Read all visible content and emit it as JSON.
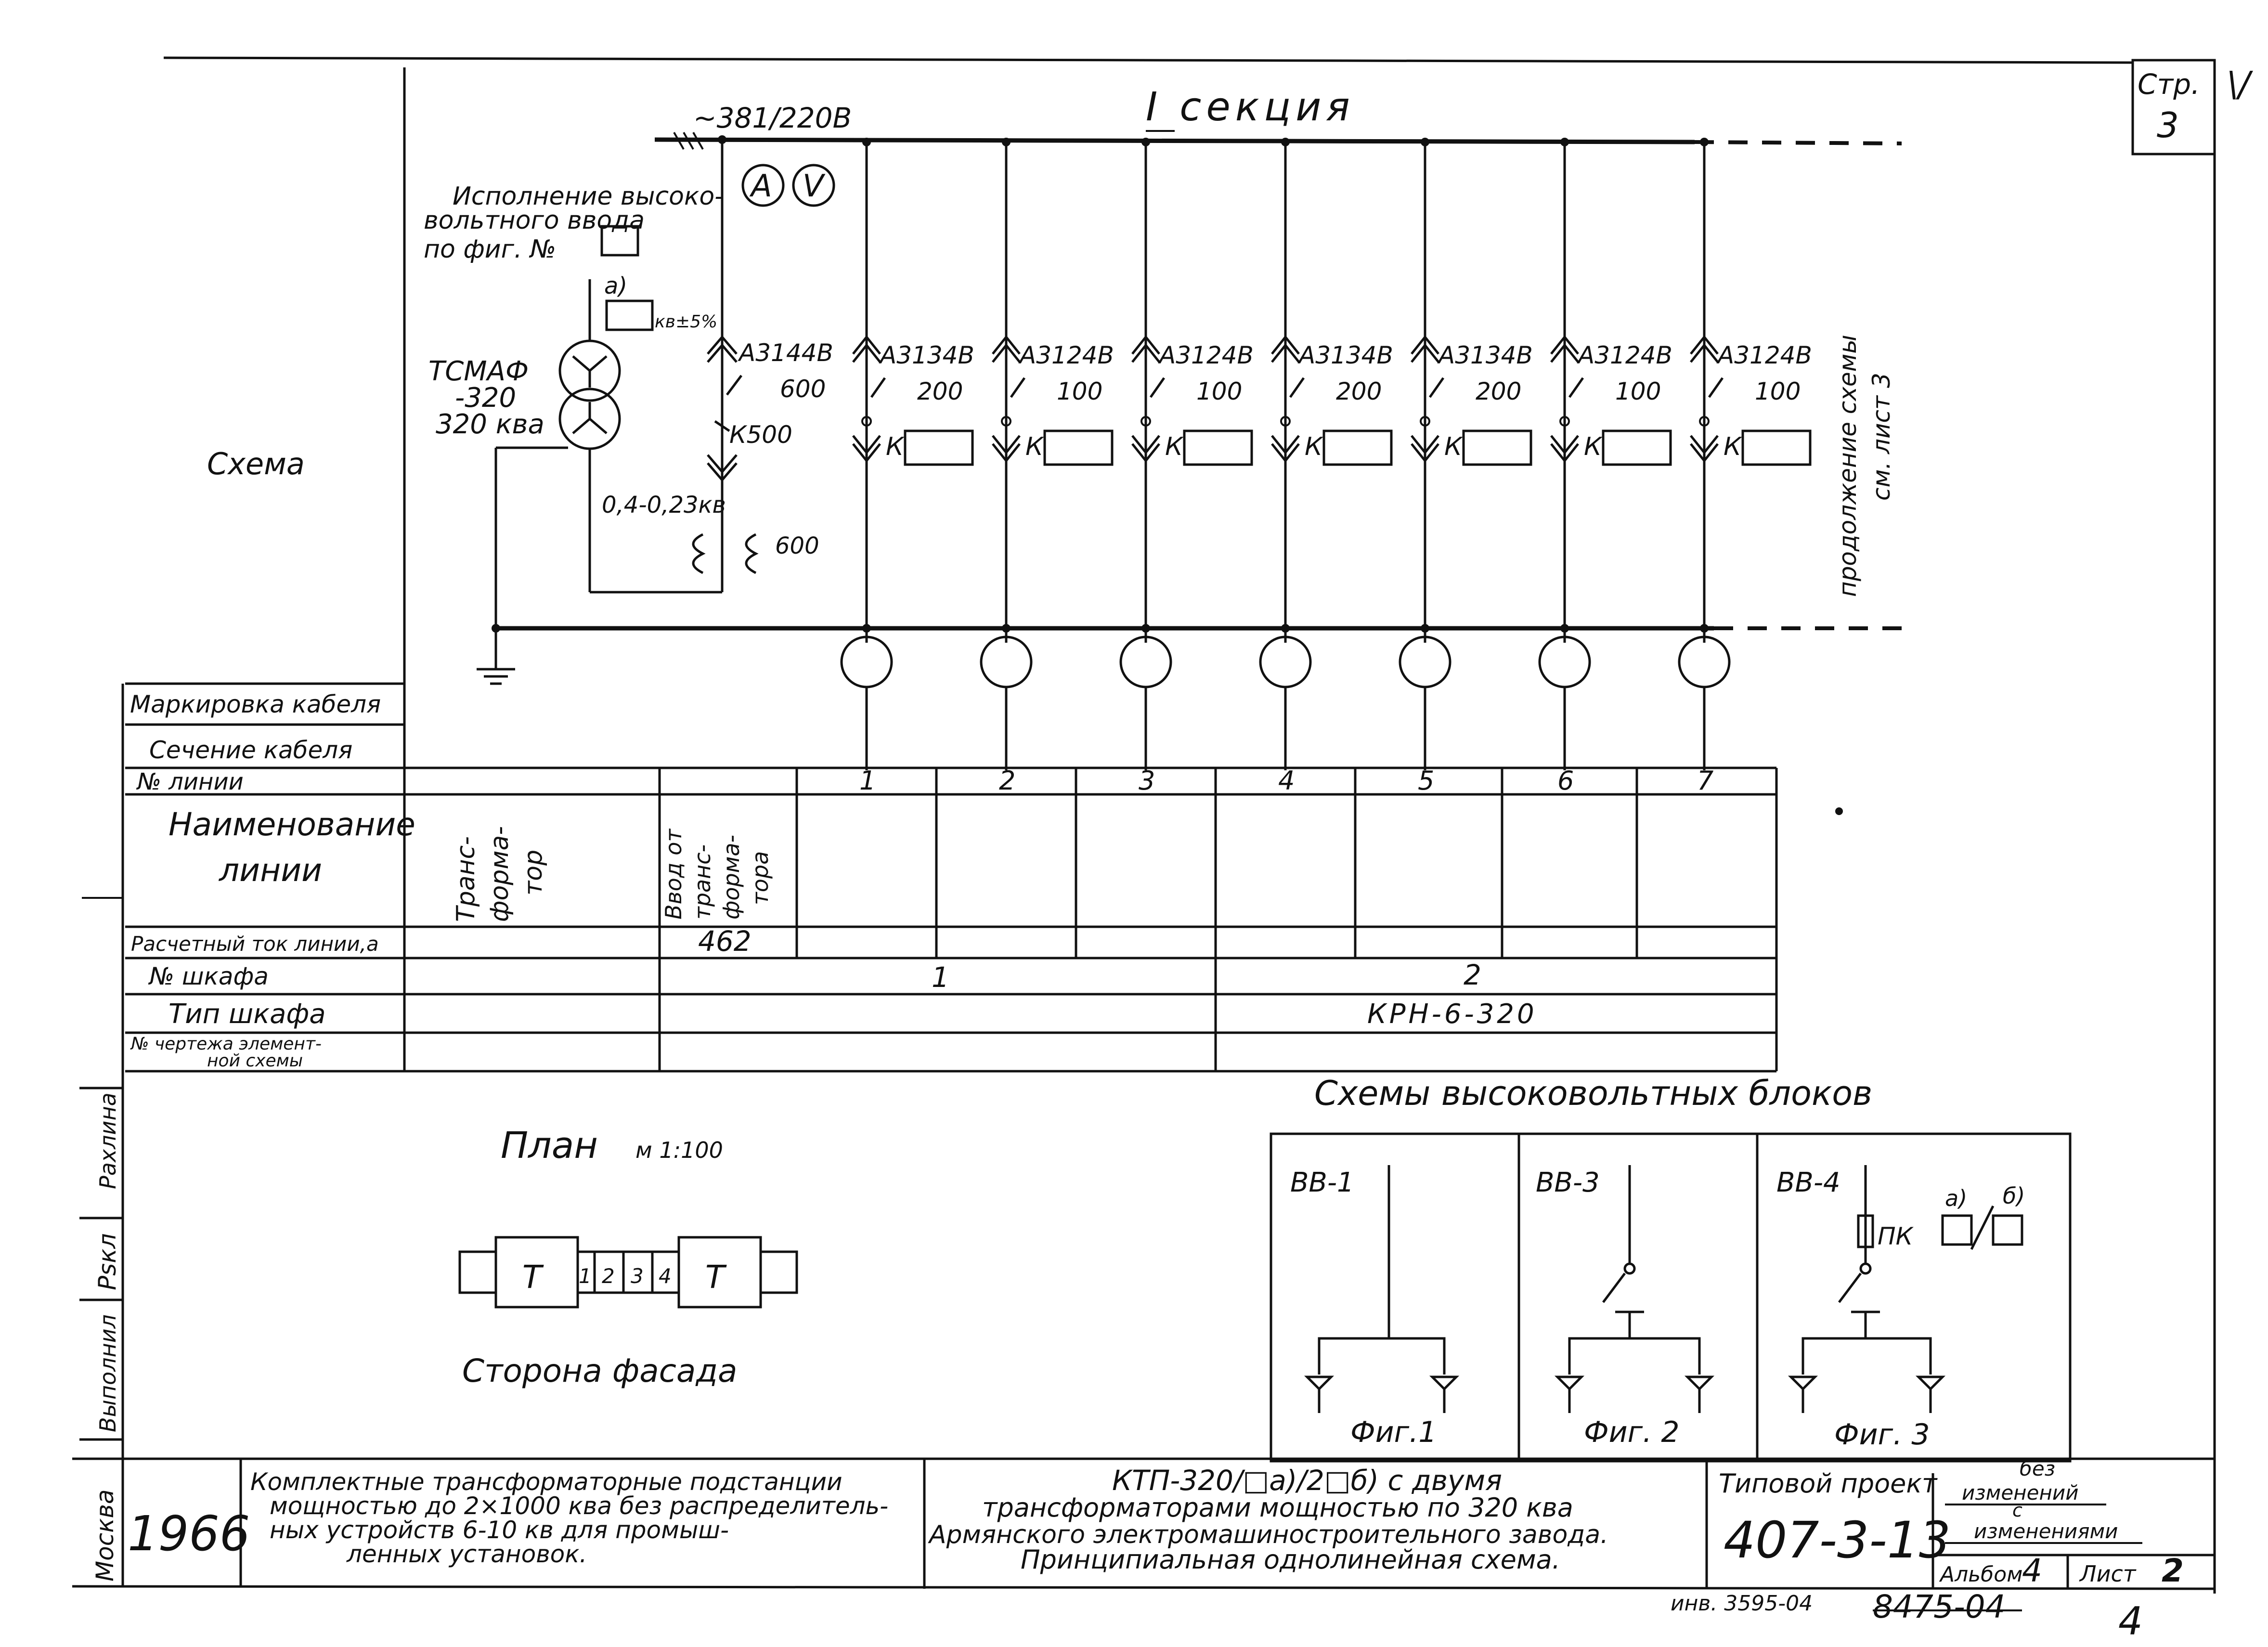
{
  "page": {
    "number_label": "Стр.",
    "number": "3",
    "check_mark": "\\/"
  },
  "header": {
    "voltage": "~381/220В",
    "section": "I секция"
  },
  "hv_input_note": [
    "Исполнение высоко-",
    "вольтного ввода",
    "по фиг. №"
  ],
  "meters": [
    "A",
    "V"
  ],
  "transformer": {
    "name": "ТСМАФ",
    "rating": "-320",
    "power": "320 ква",
    "tap_label": "а)",
    "tap": "кв±5%",
    "lv": "0,4-0,23кв"
  },
  "input_breaker": {
    "type": "А3144В",
    "current": "600",
    "contactor": "К500",
    "ct": "600"
  },
  "feeders": [
    {
      "no": "1",
      "breaker": "А3134В",
      "current": "200",
      "k": "К"
    },
    {
      "no": "2",
      "breaker": "А3124В",
      "current": "100",
      "k": "К"
    },
    {
      "no": "3",
      "breaker": "А3124В",
      "current": "100",
      "k": "К"
    },
    {
      "no": "4",
      "breaker": "А3134В",
      "current": "200",
      "k": "К"
    },
    {
      "no": "5",
      "breaker": "А3134В",
      "current": "200",
      "k": "К"
    },
    {
      "no": "6",
      "breaker": "А3124В",
      "current": "100",
      "k": "К"
    },
    {
      "no": "7",
      "breaker": "А3124В",
      "current": "100",
      "k": "К"
    }
  ],
  "continuation": [
    "продолжение схемы",
    "см. лист 3"
  ],
  "schema_label": "Схема",
  "table": {
    "rows": [
      "Маркировка кабеля",
      "Сечение кабеля",
      "№ линии",
      "Наименование",
      "линии",
      "Расчетный ток линии,а",
      "№ шкафа",
      "Тип шкафа",
      "№ чертежа элемент-",
      "ной схемы"
    ],
    "transformer_col": [
      "Транс-",
      "форма-",
      "тор"
    ],
    "input_col": [
      "Ввод от",
      "транс-",
      "форма-",
      "тора"
    ],
    "input_current": "462",
    "cabinet_1": "1",
    "cabinet_2": "2",
    "cabinet_type": "КРН-6-320"
  },
  "plan": {
    "title": "План",
    "scale": "м 1:100",
    "cells": [
      "Т",
      "1",
      "2",
      "3",
      "4",
      "Т"
    ],
    "facade": "Сторона фасада"
  },
  "hv_blocks": {
    "title": "Схемы высоковольтных блоков",
    "blocks": [
      {
        "name": "ВВ-1",
        "fig": "Фиг.1"
      },
      {
        "name": "ВВ-3",
        "fig": "Фиг. 2"
      },
      {
        "name": "ВВ-4",
        "fig": "Фиг. 3",
        "fuse": "ПК",
        "a": "а)",
        "b": "б)"
      }
    ]
  },
  "side_stamps": [
    "Выполнил",
    "Рѕкл",
    "Рахлина"
  ],
  "title_block": {
    "org": "Москва",
    "year": "1966",
    "desc": [
      "Комплектные трансформаторные подстанции",
      "мощностью до 2×1000 ква без распределитель-",
      "ных устройств 6-10 кв для промыш-",
      "ленных установок."
    ],
    "name": [
      "КТП-320/□а)/2□б) с двумя",
      "трансформаторами мощностью по 320 ква",
      "Армянского электромашиностроительного завода.",
      "Принципиальная однолинейная схема."
    ],
    "project_label": "Типовой проект",
    "project_no": "407-3-13",
    "variant": [
      "без",
      "изменений",
      "с",
      "изменениями"
    ],
    "album_label": "Альбом",
    "album": "4",
    "sheet_label": "Лист",
    "sheet": "2"
  },
  "footer": {
    "inv": "инв. 3595-04",
    "stamp": "8475-04",
    "page": "4"
  }
}
